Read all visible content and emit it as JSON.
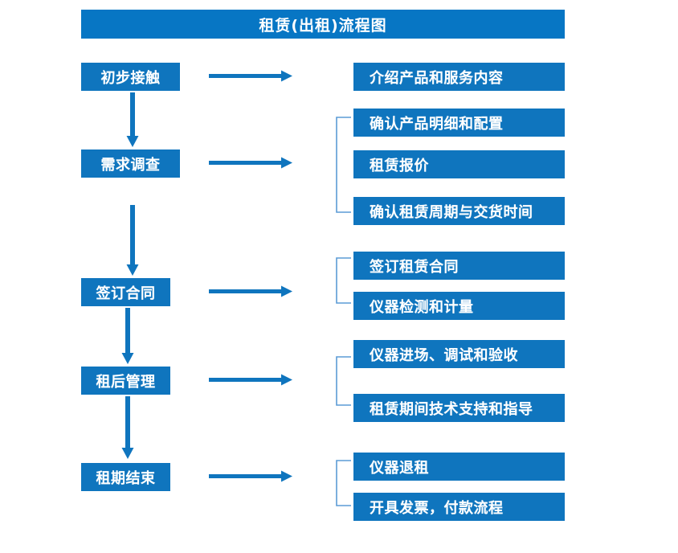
{
  "title": {
    "text": "租赁(出租)流程图"
  },
  "colors": {
    "title_bar": "#0776c4",
    "box_fill": "#0f75be",
    "box_text": "#ffffff",
    "arrow": "#0f75be",
    "bracket": "#5b9bd5",
    "background": "#ffffff"
  },
  "stages": [
    {
      "id": "initial-contact",
      "label": "初步接触"
    },
    {
      "id": "needs-survey",
      "label": "需求调查"
    },
    {
      "id": "sign-contract",
      "label": "签订合同"
    },
    {
      "id": "post-rental-mgmt",
      "label": "租后管理"
    },
    {
      "id": "rental-end",
      "label": "租期结束"
    }
  ],
  "groups": [
    {
      "stage": "initial-contact",
      "has_bracket": false,
      "details": [
        {
          "label": "介绍产品和服务内容"
        }
      ]
    },
    {
      "stage": "needs-survey",
      "has_bracket": true,
      "details": [
        {
          "label": "确认产品明细和配置"
        },
        {
          "label": "租赁报价"
        },
        {
          "label": "确认租赁周期与交货时间"
        }
      ]
    },
    {
      "stage": "sign-contract",
      "has_bracket": true,
      "details": [
        {
          "label": "签订租赁合同"
        },
        {
          "label": "仪器检测和计量"
        }
      ]
    },
    {
      "stage": "post-rental-mgmt",
      "has_bracket": true,
      "details": [
        {
          "label": "仪器进场、调试和验收"
        },
        {
          "label": "租赁期间技术支持和指导"
        }
      ]
    },
    {
      "stage": "rental-end",
      "has_bracket": true,
      "details": [
        {
          "label": "仪器退租"
        },
        {
          "label": "开具发票，付款流程"
        }
      ]
    }
  ],
  "connectors": {
    "down_arrows": 4,
    "right_arrows": 5
  }
}
